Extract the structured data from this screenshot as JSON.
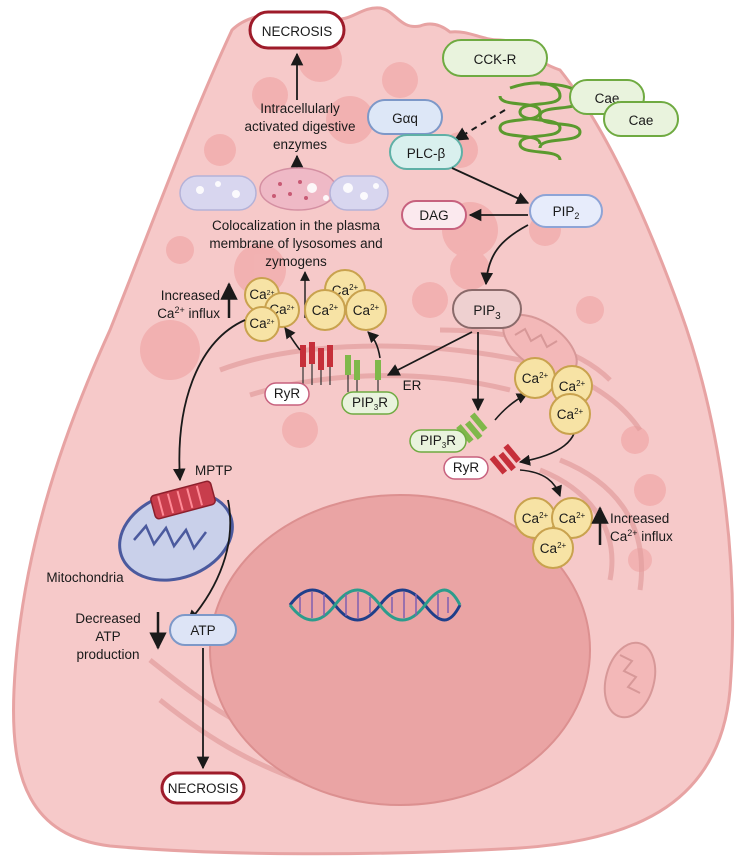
{
  "colors": {
    "cell_fill": "#f5c6c6",
    "cell_stroke": "#e29a9a",
    "nucleus_fill": "#e9a2a2",
    "necrosis_stroke": "#9e1b2a",
    "calcium_fill": "#f7e3a5",
    "calcium_stroke": "#c9a24e",
    "receptor_green": "#7fb84a",
    "ryr_red": "#c62f3a"
  },
  "necrosis_top": "NECROSIS",
  "necrosis_bottom": "NECROSIS",
  "cckr": "CCK-R",
  "cae1": "Cae",
  "cae2": "Cae",
  "gaq": "Gαq",
  "plc": "PLC-β",
  "pip2_main": "PIP",
  "pip2_sub": "2",
  "dag": "DAG",
  "pip3_main": "PIP",
  "pip3_sub": "3",
  "enzymes": [
    "Intracellularly",
    "activated digestive",
    "enzymes"
  ],
  "colocalization": [
    "Colocalization in the plasma",
    "membrane of lysosomes and",
    "zymogens"
  ],
  "increased_left": {
    "line1": "Increased",
    "line2_main": "Ca",
    "line2_sup": "2+",
    "line2_rest": " influx"
  },
  "increased_right": {
    "line1": "Increased",
    "line2_main": "Ca",
    "line2_sup": "2+",
    "line2_rest": " influx"
  },
  "er": "ER",
  "ryr_left": "RyR",
  "ryr_right": "RyR",
  "pip3r_left": {
    "main": "PIP",
    "sub": "3",
    "rest": "R"
  },
  "pip3r_right": {
    "main": "PIP",
    "sub": "3",
    "rest": "R"
  },
  "mptp": "MPTP",
  "mitochondria": "Mitochondria",
  "decreased": [
    "Decreased",
    "ATP",
    "production"
  ],
  "atp": "ATP",
  "calcium": {
    "main": "Ca",
    "sup": "2+"
  }
}
